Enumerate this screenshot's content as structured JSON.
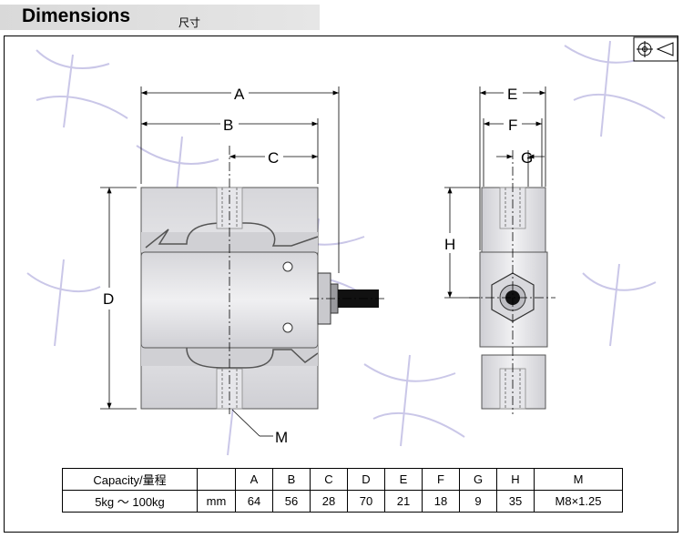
{
  "header": {
    "title": "Dimensions",
    "subtitle": "尺寸"
  },
  "drawing": {
    "labels": {
      "A": "A",
      "B": "B",
      "C": "C",
      "D": "D",
      "M": "M",
      "E": "E",
      "F": "F",
      "G": "G",
      "H": "H"
    }
  },
  "table": {
    "header": [
      "Capacity/量程",
      "",
      "A",
      "B",
      "C",
      "D",
      "E",
      "F",
      "G",
      "H",
      "M"
    ],
    "row": [
      "5kg ～ 100kg",
      "mm",
      "64",
      "56",
      "28",
      "70",
      "21",
      "18",
      "9",
      "35",
      "M8×1.25"
    ]
  },
  "colors": {
    "body_fill": "#e4e4e8",
    "body_shade": "#c8c8cc",
    "watermark": "#b8b4e0",
    "header_bar": "#dedede"
  },
  "icons": [
    "projection-symbol-icon"
  ]
}
